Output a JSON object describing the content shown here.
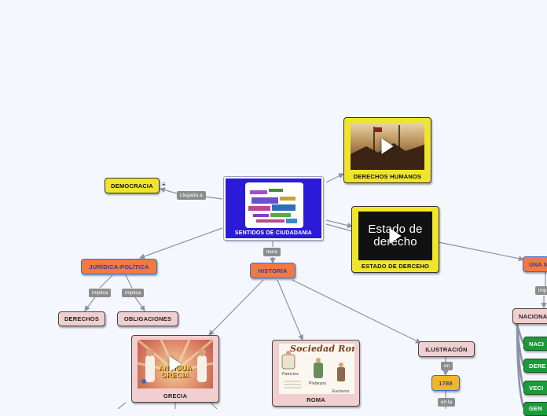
{
  "central": {
    "label": "SENTIDOS DE CIUDADANIA"
  },
  "nodes": {
    "democracia": "DEMOCRACIA",
    "derechos_humanos": "DERECHOS HUMANOS",
    "estado_derecho": "ESTADO DE DERCEHO",
    "estado_derecho_image_text": "Estado de derecho",
    "juridica": "JURÍDICA-POLÍTICA",
    "historia": "HISTORIA",
    "derechos": "DERECHOS",
    "obligaciones": "OBLIGACIONES",
    "grecia": "GRECIA",
    "grecia_image_text": "ANTIGUA GRECIA",
    "roma": "ROMA",
    "roma_image_title": "Sociedad Romana",
    "roma_image_labels": [
      "Patricios",
      "Plebeyos",
      "Esclavos"
    ],
    "ilustracion": "ILUSTRACIÓN",
    "year_1789": "1789",
    "una": "UNA N",
    "nacionalidad": "NACIONA",
    "green_items": [
      "NACI",
      "DERE",
      "VECI",
      "GEN"
    ]
  },
  "edge_labels": {
    "llegada": "Llegada a",
    "tiene": "tiene",
    "implica1": "implica",
    "implica2": "implica",
    "en1": "en",
    "en_la": "en la",
    "imp": "imp"
  },
  "icons": {
    "notes": "notes-icon",
    "play": "play-icon"
  },
  "colors": {
    "background": "#f5f7fe",
    "central": "#2b1ad8",
    "yellow": "#f0e52a",
    "orange": "#f07a42",
    "pink": "#f1cfd1",
    "gold": "#f4b524",
    "green": "#1b9a3b",
    "line": "#8a93a8"
  }
}
